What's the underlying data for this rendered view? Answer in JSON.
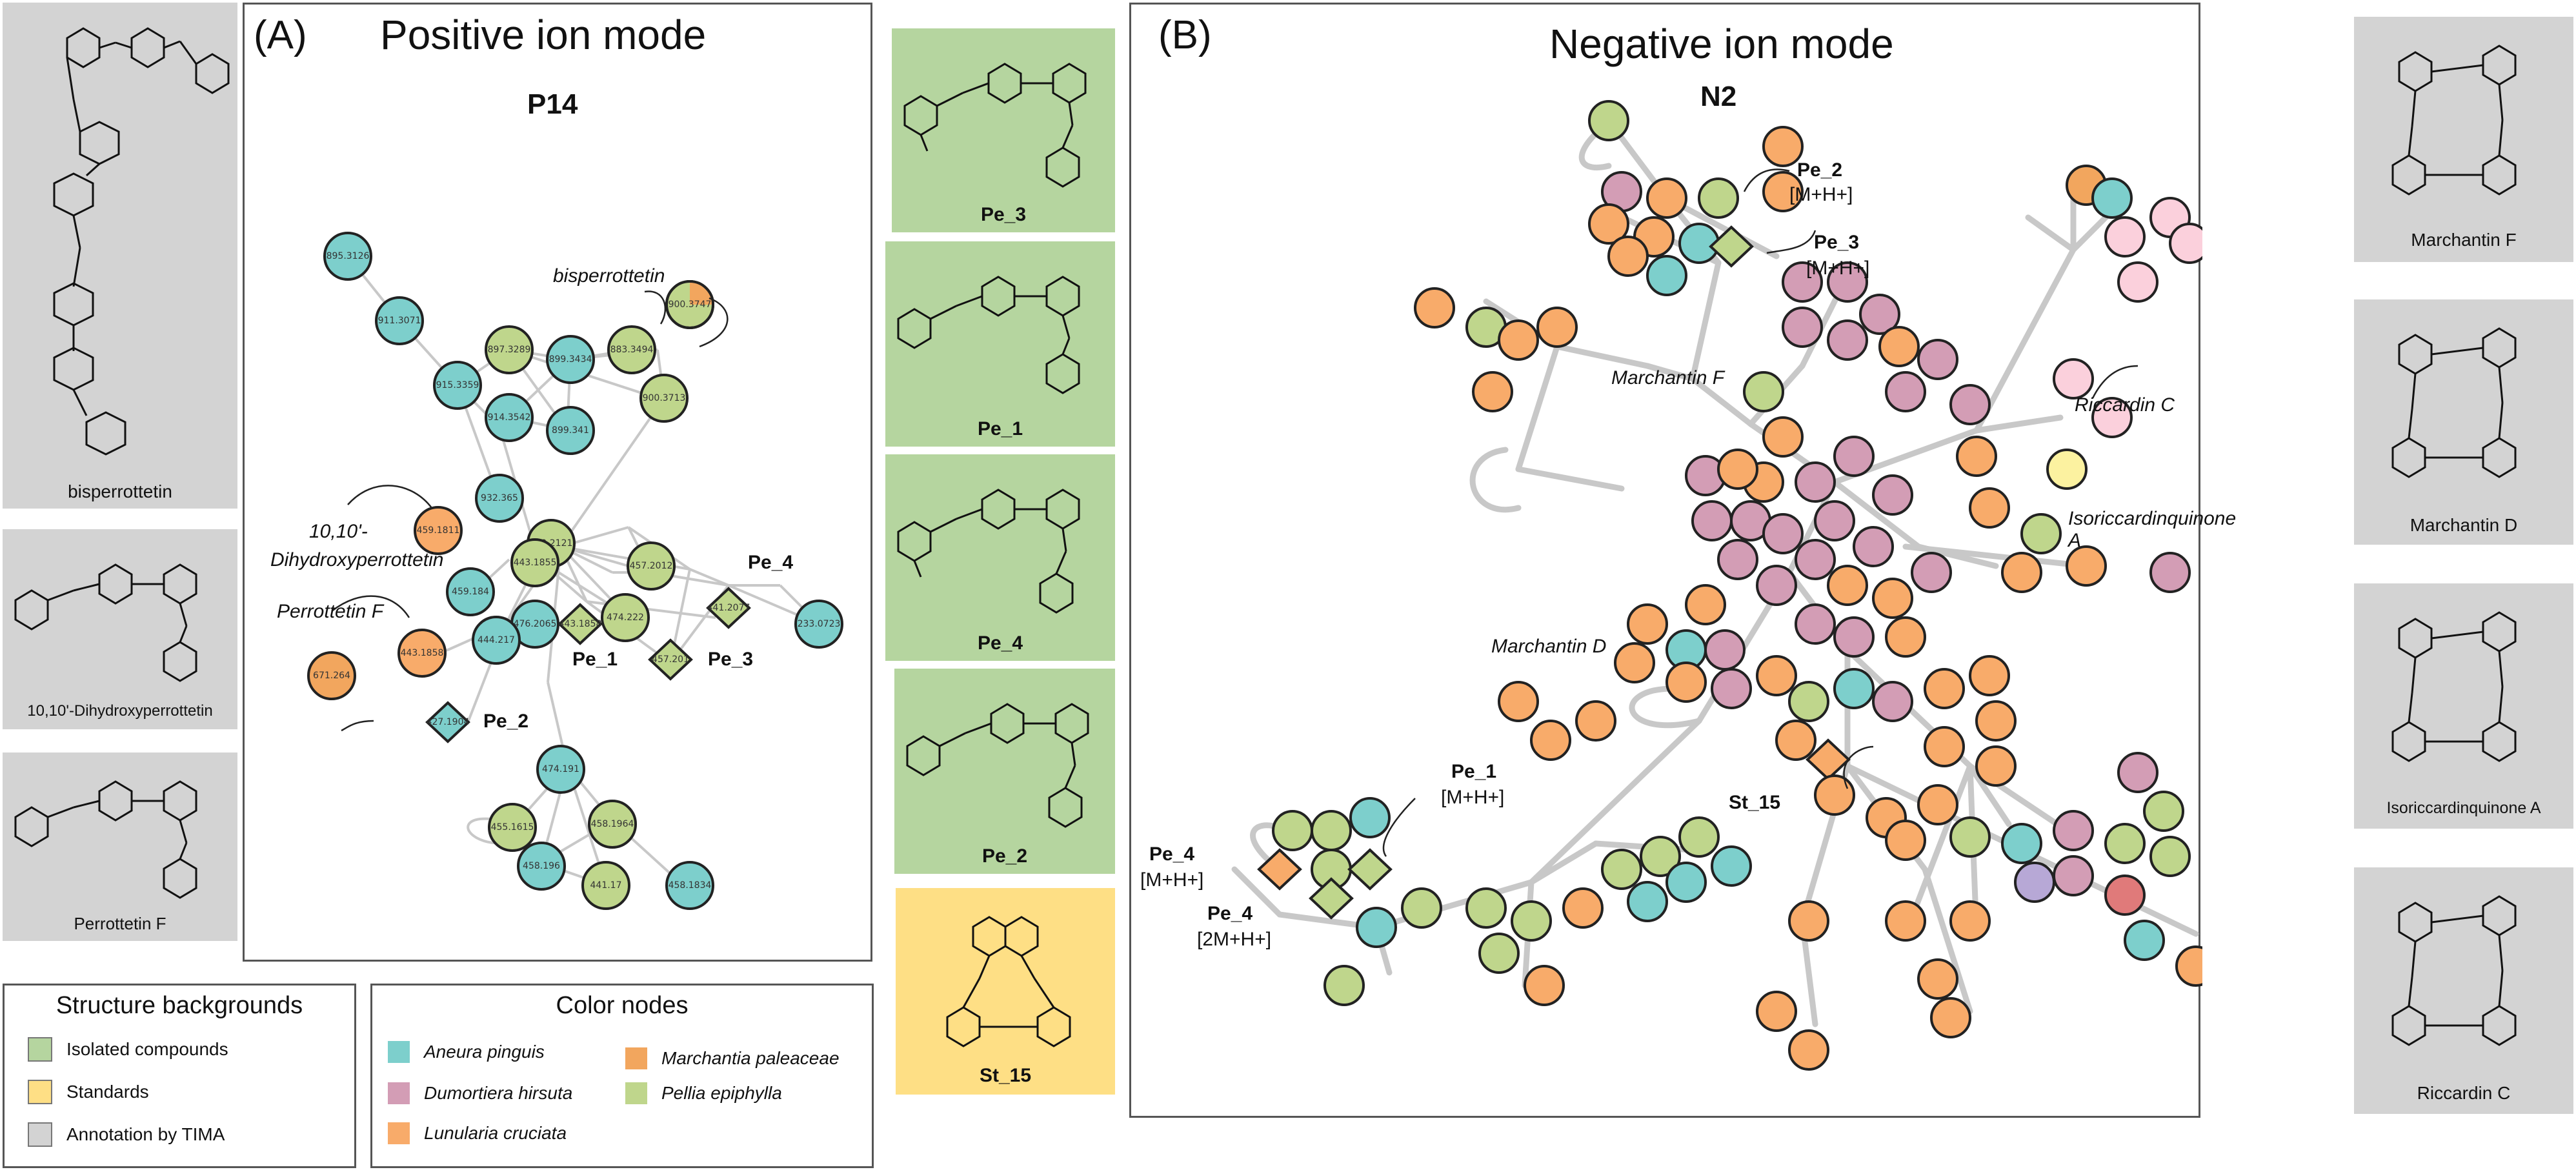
{
  "panel_a": {
    "label": "(A)",
    "title": "Positive ion mode",
    "network_name": "P14",
    "annotations": {
      "bisperrottetin": "bisperrottetin",
      "dihydroxy_line1": "10,10'-",
      "dihydroxy_line2": "Dihydroxyperrottetin",
      "perrottetin_f": "Perrottetin F",
      "pe_4": "Pe_4",
      "pe_1": "Pe_1",
      "pe_3": "Pe_3",
      "pe_2": "Pe_2"
    },
    "nodes": [
      {
        "label": "895.3126",
        "color": "aneura"
      },
      {
        "label": "911.3071",
        "color": "aneura"
      },
      {
        "label": "915.3359",
        "color": "aneura"
      },
      {
        "label": "897.3289",
        "color": "pellia"
      },
      {
        "label": "899.3434",
        "color": "aneura"
      },
      {
        "label": "900.3747",
        "color": "mixed"
      },
      {
        "label": "883.3494",
        "color": "pellia"
      },
      {
        "label": "914.3542",
        "color": "aneura"
      },
      {
        "label": "899.341",
        "color": "aneura"
      },
      {
        "label": "900.3713",
        "color": "pellia"
      },
      {
        "label": "932.365",
        "color": "aneura"
      },
      {
        "label": "459.1811",
        "color": "lunularia"
      },
      {
        "label": "460.2121",
        "color": "pellia"
      },
      {
        "label": "443.1855",
        "color": "pellia"
      },
      {
        "label": "457.2012",
        "color": "pellia"
      },
      {
        "label": "459.184",
        "color": "aneura"
      },
      {
        "label": "476.2065",
        "color": "aneura"
      },
      {
        "label": "443.1858",
        "color": "pellia"
      },
      {
        "label": "474.222",
        "color": "pellia"
      },
      {
        "label": "441.2077",
        "color": "pellia"
      },
      {
        "label": "233.0723",
        "color": "aneura"
      },
      {
        "label": "443.1858",
        "color": "lunularia"
      },
      {
        "label": "444.217",
        "color": "aneura"
      },
      {
        "label": "457.201",
        "color": "pellia"
      },
      {
        "label": "671.264",
        "color": "lunularia"
      },
      {
        "label": "427.1904",
        "color": "aneura"
      },
      {
        "label": "474.191",
        "color": "aneura"
      },
      {
        "label": "455.1615",
        "color": "pellia"
      },
      {
        "label": "458.1964",
        "color": "pellia"
      },
      {
        "label": "458.196",
        "color": "aneura"
      },
      {
        "label": "441.17",
        "color": "pellia"
      },
      {
        "label": "458.1834",
        "color": "aneura"
      }
    ]
  },
  "panel_b": {
    "label": "(B)",
    "title": "Negative ion mode",
    "network_name": "N2",
    "annotations": {
      "pe_2": "Pe_2",
      "pe_2_adduct": "[M+H+]",
      "pe_3": "Pe_3",
      "pe_3_adduct": "[M+H+]",
      "marchantin_f": "Marchantin F",
      "riccardin_c": "Riccardin C",
      "isoriccardinquinone_a": "Isoriccardinquinone A",
      "marchantin_d": "Marchantin D",
      "pe_1": "Pe_1",
      "pe_1_adduct": "[M+H+]",
      "st_15": "St_15",
      "pe_4a": "Pe_4",
      "pe_4a_adduct": "[M+H+]",
      "pe_4b": "Pe_4",
      "pe_4b_adduct": "[2M+H+]"
    }
  },
  "left_structures": [
    {
      "caption": "bisperrottetin"
    },
    {
      "caption": "10,10'-Dihydroxyperrottetin"
    },
    {
      "caption": "Perrottetin F"
    }
  ],
  "middle_structures": [
    {
      "caption": "Pe_3"
    },
    {
      "caption": "Pe_1"
    },
    {
      "caption": "Pe_4"
    },
    {
      "caption": "Pe_2"
    },
    {
      "caption": "St_15"
    }
  ],
  "right_structures": [
    {
      "caption": "Marchantin F"
    },
    {
      "caption": "Marchantin D"
    },
    {
      "caption": "Isoriccardinquinone A"
    },
    {
      "caption": "Riccardin C"
    }
  ],
  "legend_backgrounds": {
    "title": "Structure backgrounds",
    "items": [
      {
        "label": "Isolated compounds",
        "color": "#b5d59f"
      },
      {
        "label": "Standards",
        "color": "#fedf85"
      },
      {
        "label": "Annotation by TIMA",
        "color": "#d3d3d3"
      }
    ]
  },
  "legend_colors": {
    "title": "Color nodes",
    "items": [
      {
        "label": "Aneura pinguis",
        "color": "#7dcfcc"
      },
      {
        "label": "Marchantia paleaceae",
        "color": "#f2a65e"
      },
      {
        "label": "Dumortiera hirsuta",
        "color": "#d39db5"
      },
      {
        "label": "Pellia epiphylla",
        "color": "#bfd68c"
      },
      {
        "label": "Lunularia cruciata",
        "color": "#f8ab6a"
      }
    ]
  },
  "colors": {
    "aneura": "#7dcfcc",
    "dumortiera": "#d39db5",
    "lunularia": "#f8ab6a",
    "marchantia": "#f2a65e",
    "pellia": "#bfd68c",
    "edge": "#c8c8c8"
  }
}
